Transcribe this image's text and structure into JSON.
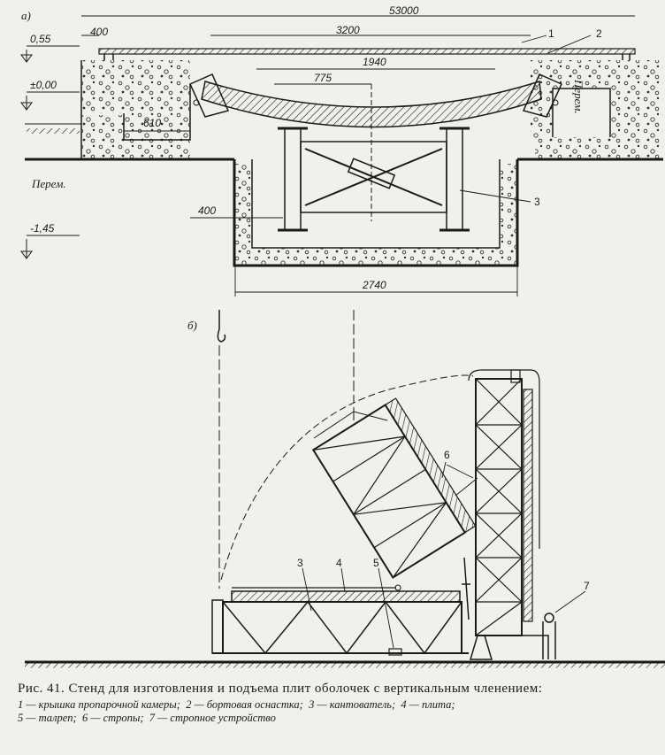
{
  "figure_a": {
    "label": "а)",
    "dimensions": {
      "overall": "53000",
      "left_edge": "400",
      "cover_span": "3200",
      "inner_span": "1940",
      "half_inner": "775",
      "left_offset": "610",
      "pit_offset": "400",
      "pit_width": "2740"
    },
    "levels": {
      "top": "0,55",
      "ground": "±0,00",
      "bottom": "-1,45"
    },
    "notes": {
      "left": "Перем.",
      "right": "Перем."
    },
    "callouts": {
      "c1": "1",
      "c2": "2",
      "c3": "3"
    }
  },
  "figure_b": {
    "label": "б)",
    "callouts": {
      "c3": "3",
      "c4": "4",
      "c5": "5",
      "c6": "6",
      "c7": "7"
    }
  },
  "caption": {
    "title": "Рис. 41. Стенд для изготовления и подъема  плит оболочек с вертикальным членением:",
    "legend": [
      "1 — крышка пропарочной камеры;",
      "2 — бортовая оснастка;",
      "3 — кантователь;",
      "4 — плита;",
      "5 — талреп;",
      "6 — стропы;",
      "7 — стропное устройство"
    ]
  }
}
